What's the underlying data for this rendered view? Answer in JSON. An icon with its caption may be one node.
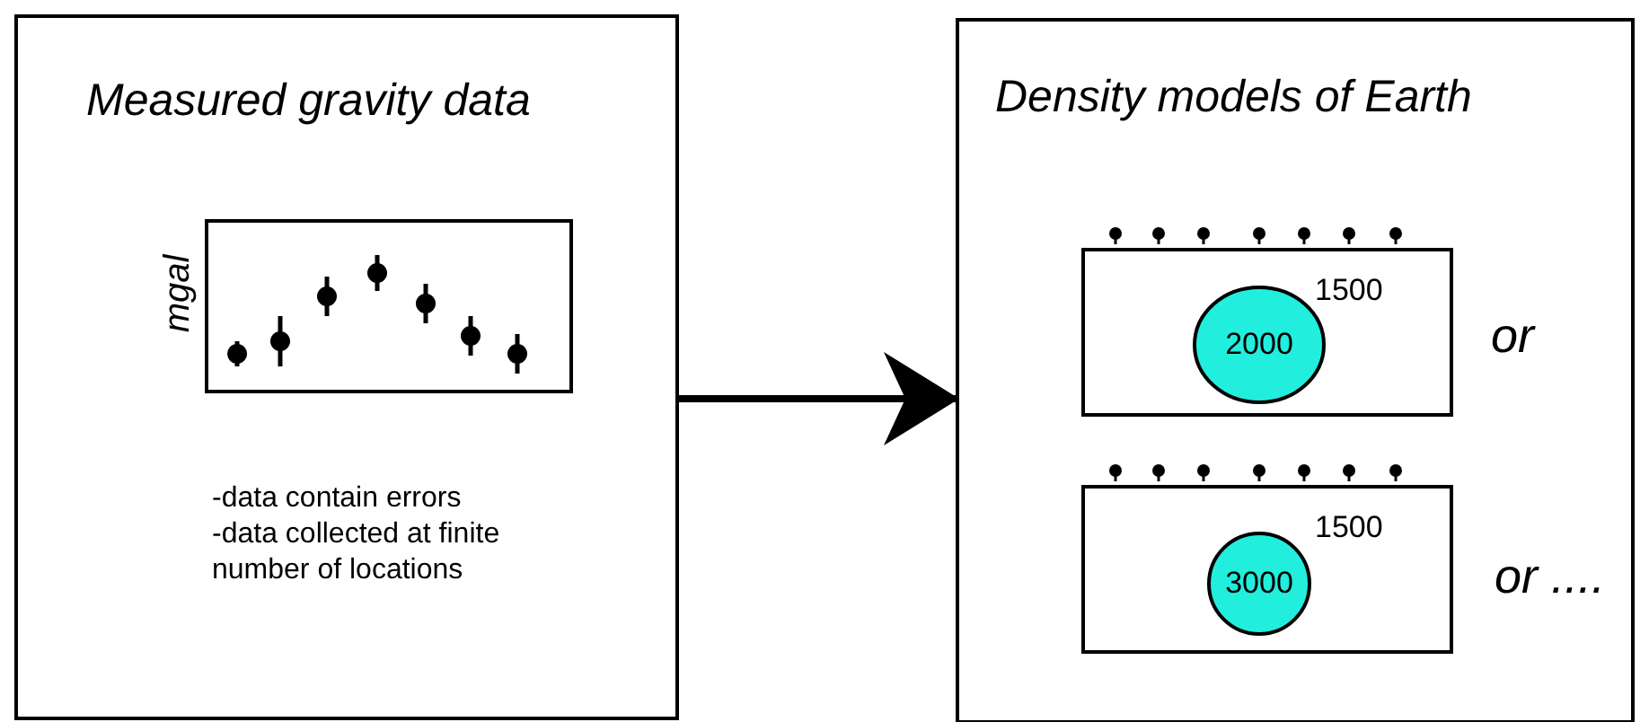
{
  "diagram": {
    "nodes": [
      {
        "text": [
          "Measured gravity data",
          "-data contain errors",
          "-data collected at finite number of locations"
        ]
      },
      {
        "text": [
          "Density models of Earth"
        ]
      },
      {
        "text": [
          "1500"
        ],
        "in": 1
      },
      {
        "text": [
          "2000"
        ],
        "in": 2
      },
      {
        "text": [
          "1500"
        ],
        "in": 1
      },
      {
        "text": [
          "3000"
        ],
        "in": 4
      }
    ],
    "edges": [
      {
        "from": 0,
        "to": 1,
        "arrow": "to"
      }
    ],
    "labels": [
      "mgal",
      "or",
      "or ...."
    ]
  }
}
